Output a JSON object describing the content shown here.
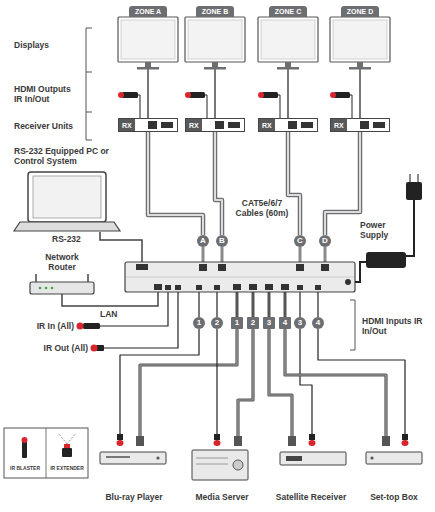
{
  "diagram": {
    "nodes": [
      {
        "text": [
          "ZONE A"
        ]
      },
      {
        "text": [
          "ZONE B"
        ]
      },
      {
        "text": [
          "ZONE C"
        ]
      },
      {
        "text": [
          "ZONE D"
        ]
      },
      {
        "text": [
          "RX"
        ]
      },
      {
        "text": [
          "RX"
        ]
      },
      {
        "text": [
          "RX"
        ]
      },
      {
        "text": [
          "RX"
        ]
      },
      {
        "text": [
          "RS-232 Equipped PC or Control System"
        ]
      },
      {
        "text": [
          "Network Router"
        ]
      },
      {
        "text": [
          "Power Supply"
        ]
      },
      {
        "text": [
          "A"
        ]
      },
      {
        "text": [
          "B"
        ]
      },
      {
        "text": [
          "C"
        ]
      },
      {
        "text": [
          "D"
        ]
      },
      {
        "text": [
          "1"
        ]
      },
      {
        "text": [
          "2"
        ]
      },
      {
        "text": [
          "1"
        ]
      },
      {
        "text": [
          "2"
        ]
      },
      {
        "text": [
          "3"
        ]
      },
      {
        "text": [
          "4"
        ]
      },
      {
        "text": [
          "3"
        ]
      },
      {
        "text": [
          "4"
        ]
      },
      {
        "text": [
          "Blu-ray Player"
        ]
      },
      {
        "text": [
          "Media Server"
        ]
      },
      {
        "text": [
          "Satellite Receiver"
        ]
      },
      {
        "text": [
          "Set-top Box"
        ]
      }
    ],
    "edges": [
      {
        "from": 0,
        "to": 4,
        "arrow": "none"
      },
      {
        "from": 1,
        "to": 5,
        "arrow": "none"
      },
      {
        "from": 2,
        "to": 6,
        "arrow": "none"
      },
      {
        "from": 3,
        "to": 7,
        "arrow": "none"
      },
      {
        "from": 4,
        "to": 11,
        "arrow": "none"
      },
      {
        "from": 5,
        "to": 12,
        "arrow": "none"
      },
      {
        "from": 6,
        "to": 13,
        "arrow": "none"
      },
      {
        "from": 7,
        "to": 14,
        "arrow": "none"
      },
      {
        "from": 15,
        "to": 23,
        "arrow": "none"
      },
      {
        "from": 17,
        "to": 23,
        "arrow": "none"
      },
      {
        "from": 16,
        "to": 24,
        "arrow": "none"
      },
      {
        "from": 18,
        "to": 24,
        "arrow": "none"
      },
      {
        "from": 21,
        "to": 25,
        "arrow": "none"
      },
      {
        "from": 19,
        "to": 25,
        "arrow": "none"
      },
      {
        "from": 22,
        "to": 26,
        "arrow": "none"
      },
      {
        "from": 20,
        "to": 26,
        "arrow": "none"
      }
    ],
    "labels": [
      "Displays",
      "HDMI Outputs IR In/Out",
      "Receiver Units",
      "RS-232",
      "CAT5e/6/7 Cables (60m)",
      "LAN",
      "IR In (All)",
      "IR Out (All)",
      "HDMI Inputs IR In/Out"
    ],
    "legend": [
      {
        "text": "IR BLASTER"
      },
      {
        "text": "IR EXTENDER"
      }
    ]
  }
}
